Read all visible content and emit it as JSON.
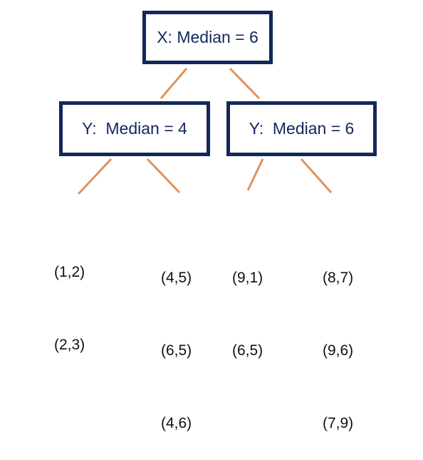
{
  "tree": {
    "root": {
      "label": "X: Median = 6"
    },
    "left": {
      "label": "Y:  Median = 4",
      "leaves": [
        {
          "points": [
            "(1,2)",
            "(2,3)"
          ]
        },
        {
          "points": [
            "(4,5)",
            "(6,5)",
            "(4,6)"
          ]
        }
      ]
    },
    "right": {
      "label": "Y:  Median = 6",
      "leaves": [
        {
          "points": [
            "(9,1)",
            "(6,5)"
          ]
        },
        {
          "points": [
            "(8,7)",
            "(9,6)",
            "(7,9)"
          ]
        }
      ]
    }
  },
  "colors": {
    "node_border": "#13275a",
    "edge": "#e0925a"
  }
}
